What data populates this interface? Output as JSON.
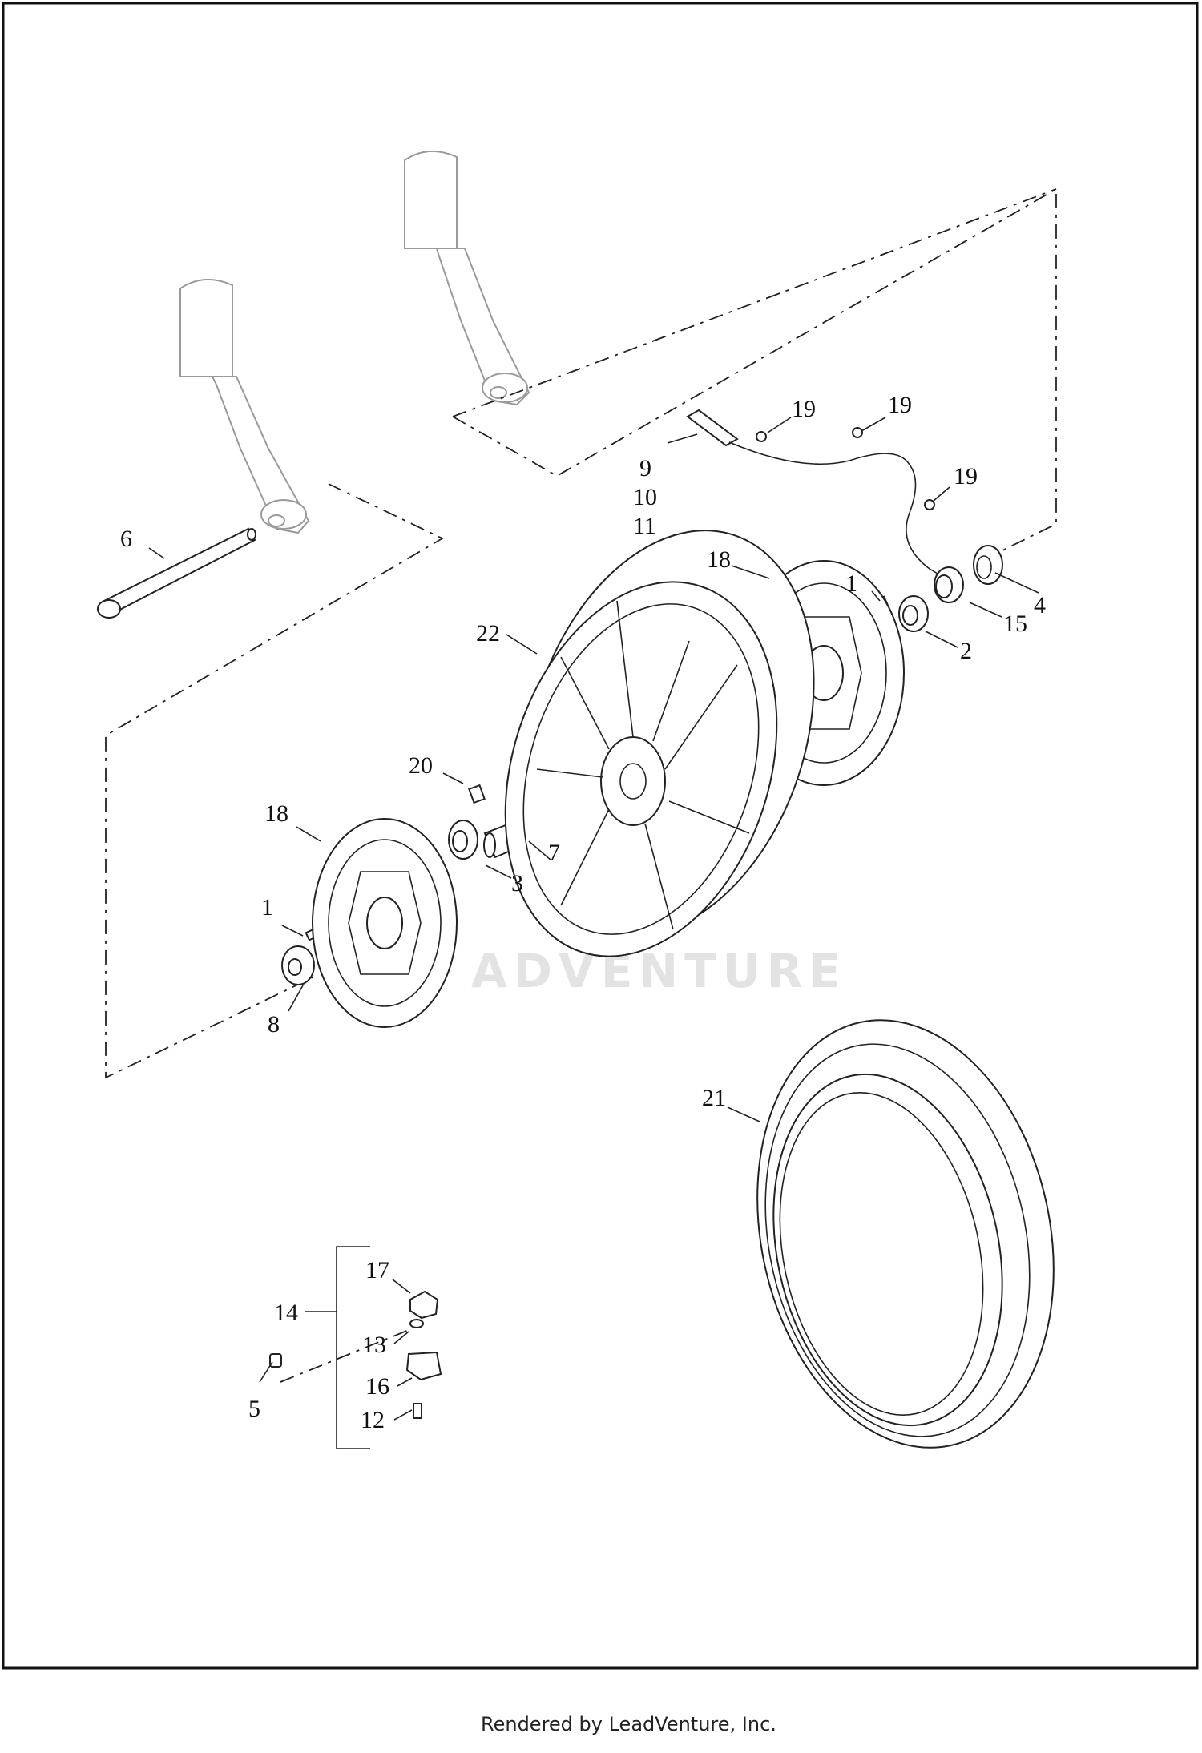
{
  "callouts": [
    {
      "id": "c1a",
      "text": "1"
    },
    {
      "id": "c1b",
      "text": "1"
    },
    {
      "id": "c2",
      "text": "2"
    },
    {
      "id": "c3",
      "text": "3"
    },
    {
      "id": "c4",
      "text": "4"
    },
    {
      "id": "c5",
      "text": "5"
    },
    {
      "id": "c6",
      "text": "6"
    },
    {
      "id": "c7",
      "text": "7"
    },
    {
      "id": "c8",
      "text": "8"
    },
    {
      "id": "c9",
      "text": "9"
    },
    {
      "id": "c10",
      "text": "10"
    },
    {
      "id": "c11",
      "text": "11"
    },
    {
      "id": "c12",
      "text": "12"
    },
    {
      "id": "c13",
      "text": "13"
    },
    {
      "id": "c14",
      "text": "14"
    },
    {
      "id": "c15",
      "text": "15"
    },
    {
      "id": "c16",
      "text": "16"
    },
    {
      "id": "c17",
      "text": "17"
    },
    {
      "id": "c18a",
      "text": "18"
    },
    {
      "id": "c18b",
      "text": "18"
    },
    {
      "id": "c19a",
      "text": "19"
    },
    {
      "id": "c19b",
      "text": "19"
    },
    {
      "id": "c19c",
      "text": "19"
    },
    {
      "id": "c20",
      "text": "20"
    },
    {
      "id": "c21",
      "text": "21"
    },
    {
      "id": "c22",
      "text": "22"
    }
  ],
  "watermark": "ADVENTURE",
  "footer": "Rendered by LeadVenture, Inc."
}
